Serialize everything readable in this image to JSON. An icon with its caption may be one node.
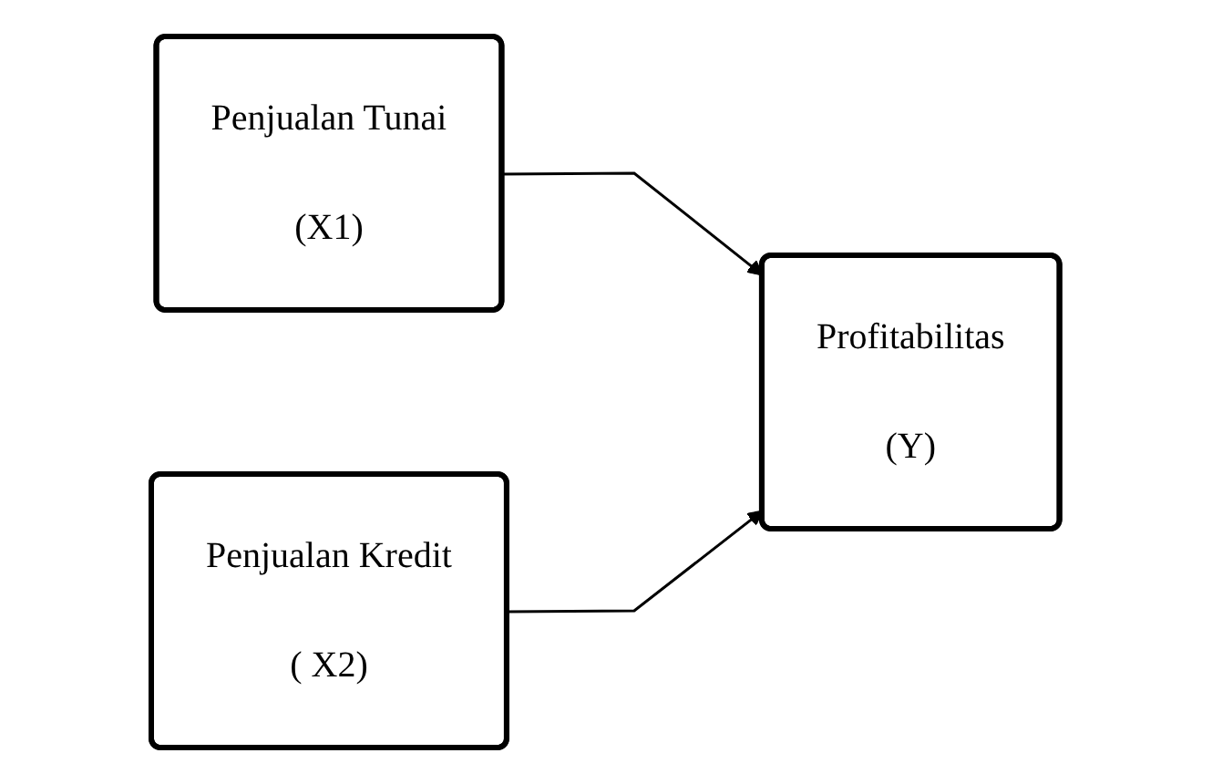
{
  "diagram": {
    "nodes": [
      {
        "text": [
          "Penjualan Tunai",
          "(X1)"
        ]
      },
      {
        "text": [
          "Penjualan Kredit",
          "( X2)"
        ]
      },
      {
        "text": [
          "Profitabilitas",
          "(Y)"
        ]
      }
    ],
    "edges": [
      {
        "from": 0,
        "to": 2,
        "arrow": "to"
      },
      {
        "from": 1,
        "to": 2,
        "arrow": "to"
      }
    ]
  }
}
